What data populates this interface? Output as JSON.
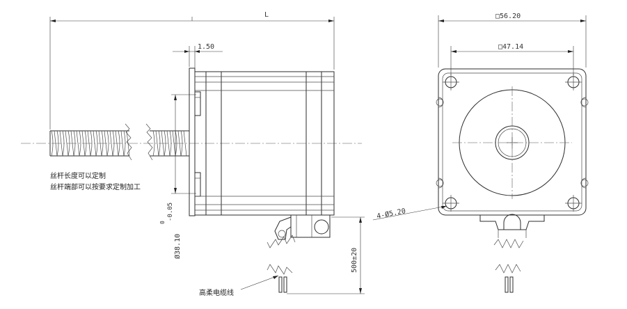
{
  "side_view": {
    "overall_length_label": "L",
    "flange_thickness_label": "1.50",
    "boss_diameter_label": "Ø38.10",
    "boss_tol_upper": "0",
    "boss_tol_lower": "-0.05",
    "cable_length_label": "500±20"
  },
  "notes": {
    "line1": "丝杆长度可以定制",
    "line2": "丝杆端部可以按要求定制加工"
  },
  "front_view": {
    "outer_size_label": "□56.20",
    "hole_spacing_label": "□47.14",
    "mounting_holes_label": "4-Ø5.20"
  },
  "cable_label": "高柔电缆线"
}
